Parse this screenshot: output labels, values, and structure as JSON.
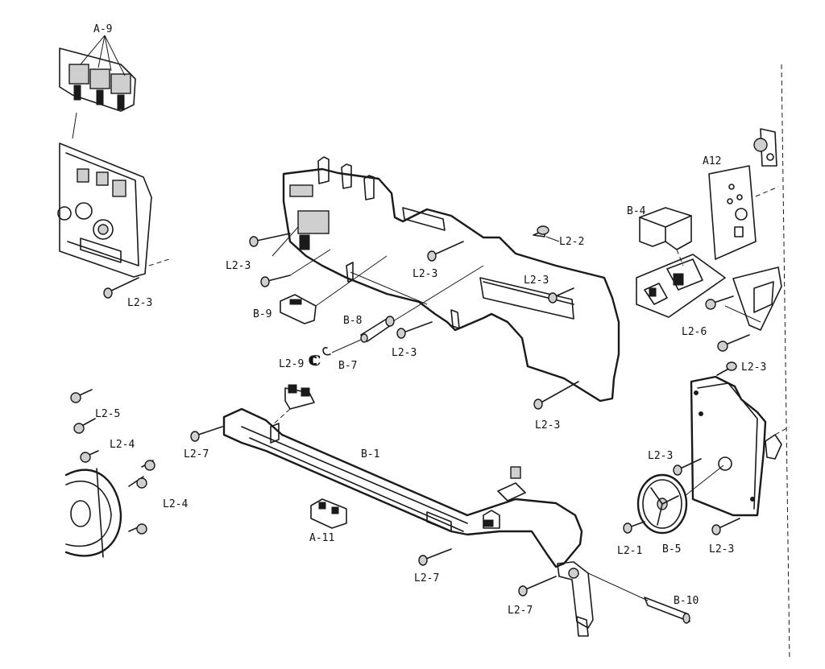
{
  "labels": {
    "a9": "A-9",
    "a12": "A12",
    "b4": "B-4",
    "l2_2": "L2-2",
    "l2_3_a": "L2-3",
    "l2_3_b": "L2-3",
    "l2_3_c": "L2-3",
    "l2_3_d": "L2-3",
    "l2_3_e": "L2-3",
    "l2_3_f": "L2-3",
    "l2_3_g": "L2-3",
    "l2_3_h": "L2-3",
    "l2_3_i": "L2-3",
    "l2_6": "L2-6",
    "b9": "B-9",
    "b8": "B-8",
    "l2_9": "L2-9",
    "b7": "B-7",
    "l2_5": "L2-5",
    "l2_4_a": "L2-4",
    "l2_4_b": "L2-4",
    "l2_7_a": "L2-7",
    "l2_7_b": "L2-7",
    "l2_7_c": "L2-7",
    "b1": "B-1",
    "a11": "A-11",
    "l2_1": "L2-1",
    "b5": "B-5",
    "b10": "B-10"
  }
}
